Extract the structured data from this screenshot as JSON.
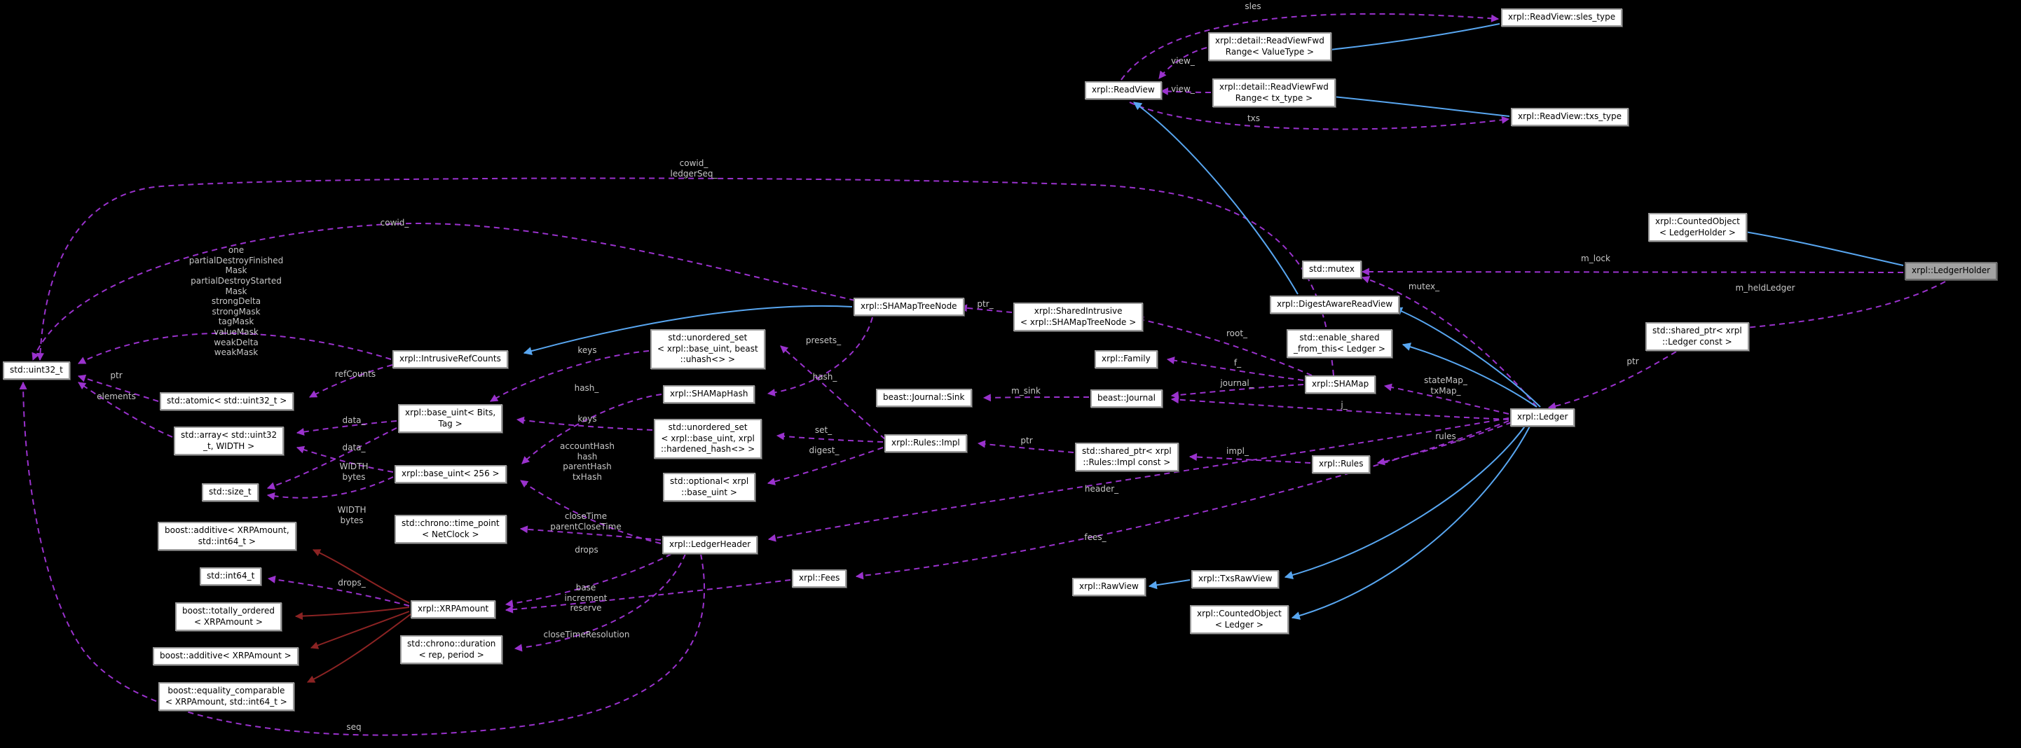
{
  "diagram": {
    "type": "doxygen-collaboration-graph",
    "subject": "xrpl::LedgerHolder",
    "colors": {
      "background": "#000000",
      "usage_edge": "#9a32cd",
      "inheritance_edge": "#58a6f0",
      "private_inheritance_edge": "#8b2323",
      "node_fill": "#ffffff",
      "node_border": "#9c9c9c",
      "subject_node_fill": "#a2a2a2",
      "edge_label_color": "#c6c6c6"
    },
    "nodes": {
      "readview": {
        "label": "xrpl::ReadView"
      },
      "sles_type": {
        "label": "xrpl::ReadView::sles_type"
      },
      "fwd_value": {
        "label": "xrpl::detail::ReadViewFwd\nRange< ValueType >"
      },
      "fwd_tx": {
        "label": "xrpl::detail::ReadViewFwd\nRange< tx_type >"
      },
      "txs_type": {
        "label": "xrpl::ReadView::txs_type"
      },
      "counted_lh": {
        "label": "xrpl::CountedObject\n< LedgerHolder >"
      },
      "ledgerholder": {
        "label": "xrpl::LedgerHolder"
      },
      "mutex": {
        "label": "std::mutex"
      },
      "digest_arv": {
        "label": "xrpl::DigestAwareReadView"
      },
      "enable_shared": {
        "label": "std::enable_shared\n_from_this< Ledger >"
      },
      "shared_ptr_ledger": {
        "label": "std::shared_ptr< xrpl\n::Ledger const >"
      },
      "family": {
        "label": "xrpl::Family"
      },
      "shamap": {
        "label": "xrpl::SHAMap"
      },
      "journal": {
        "label": "beast::Journal"
      },
      "ledger": {
        "label": "xrpl::Ledger"
      },
      "rules": {
        "label": "xrpl::Rules"
      },
      "sp_rules_impl": {
        "label": "std::shared_ptr< xrpl\n::Rules::Impl const >"
      },
      "shamaptreenode": {
        "label": "xrpl::SHAMapTreeNode"
      },
      "sharedintrusive": {
        "label": "xrpl::SharedIntrusive\n< xrpl::SHAMapTreeNode >"
      },
      "journal_sink": {
        "label": "beast::Journal::Sink"
      },
      "rules_impl": {
        "label": "xrpl::Rules::Impl"
      },
      "uset_uhash": {
        "label": "std::unordered_set\n< xrpl::base_uint, beast\n::uhash<> >"
      },
      "shamaphash": {
        "label": "xrpl::SHAMapHash"
      },
      "uset_hard": {
        "label": "std::unordered_set\n< xrpl::base_uint, xrpl\n::hardened_hash<> >"
      },
      "opt_base_uint": {
        "label": "std::optional< xrpl\n::base_uint >"
      },
      "ledgerheader": {
        "label": "xrpl::LedgerHeader"
      },
      "fees_node": {
        "label": "xrpl::Fees"
      },
      "irc": {
        "label": "xrpl::IntrusiveRefCounts"
      },
      "uint32": {
        "label": "std::uint32_t"
      },
      "atomic32": {
        "label": "std::atomic< std::uint32_t >"
      },
      "arr32": {
        "label": "std::array< std::uint32\n_t, WIDTH >"
      },
      "bu_bits": {
        "label": "xrpl::base_uint< Bits,\nTag >"
      },
      "bu256": {
        "label": "xrpl::base_uint< 256 >"
      },
      "size_t": {
        "label": "std::size_t"
      },
      "timepoint": {
        "label": "std::chrono::time_point\n< NetClock >"
      },
      "add_x_i": {
        "label": "boost::additive< XRPAmount,\nstd::int64_t >"
      },
      "int64": {
        "label": "std::int64_t"
      },
      "xrpamount": {
        "label": "xrpl::XRPAmount"
      },
      "tot_ord": {
        "label": "boost::totally_ordered\n< XRPAmount >"
      },
      "add_x": {
        "label": "boost::additive< XRPAmount >"
      },
      "duration": {
        "label": "std::chrono::duration\n< rep, period >"
      },
      "eq_cmp": {
        "label": "boost::equality_comparable\n< XRPAmount, std::int64_t >"
      },
      "rawview": {
        "label": "xrpl::RawView"
      },
      "txsrawview": {
        "label": "xrpl::TxsRawView"
      },
      "counted_ledger": {
        "label": "xrpl::CountedObject\n< Ledger >"
      }
    },
    "edge_labels": {
      "sles": {
        "text": "sles"
      },
      "view_value": {
        "text": "view_"
      },
      "view_tx": {
        "text": "view_"
      },
      "txs": {
        "text": "txs"
      },
      "cowid_ledgerseq": {
        "text": "cowid_\nledgerSeq_"
      },
      "cowid": {
        "text": "cowid_"
      },
      "m_lock": {
        "text": "m_lock"
      },
      "mutex_": {
        "text": "mutex_"
      },
      "m_heldledger": {
        "text": "m_heldLedger"
      },
      "ptr_ledger": {
        "text": "ptr"
      },
      "root_": {
        "text": "root_"
      },
      "f_": {
        "text": "f_"
      },
      "journal_": {
        "text": "journal_"
      },
      "j_": {
        "text": "j_"
      },
      "statemap_txmap": {
        "text": "stateMap_\ntxMap_"
      },
      "rules_": {
        "text": "rules_"
      },
      "impl_": {
        "text": "impl_"
      },
      "ptr_treenode": {
        "text": "ptr_"
      },
      "m_sink": {
        "text": "m_sink"
      },
      "ptr_rules_impl": {
        "text": "ptr"
      },
      "presets_": {
        "text": "presets_"
      },
      "hash_shamaphash": {
        "text": "hash_"
      },
      "set_": {
        "text": "set_"
      },
      "digest_": {
        "text": "digest_"
      },
      "masks": {
        "text": "one\npartialDestroyFinished\nMask\npartialDestroyStarted\nMask\nstrongDelta\nstrongMask\ntagMask\nvalueMask\nweakDelta\nweakMask"
      },
      "refcounts": {
        "text": "refCounts"
      },
      "ptr_uint32": {
        "text": "ptr"
      },
      "elements": {
        "text": "elements"
      },
      "keys_uhash": {
        "text": "keys"
      },
      "hash_baseuint": {
        "text": "hash_"
      },
      "keys_hardened": {
        "text": "keys"
      },
      "header_hashes": {
        "text": "accountHash\nhash\nparentHash\ntxHash"
      },
      "data_1": {
        "text": "data_"
      },
      "data_2": {
        "text": "data_"
      },
      "width_bytes_1": {
        "text": "WIDTH\nbytes"
      },
      "width_bytes_2": {
        "text": "WIDTH\nbytes"
      },
      "closetime": {
        "text": "closeTime\nparentCloseTime"
      },
      "drops": {
        "text": "drops"
      },
      "drops_": {
        "text": "drops_"
      },
      "base_increment_reserve": {
        "text": "base\nincrement\nreserve"
      },
      "closetimeresolution": {
        "text": "closeTimeResolution"
      },
      "seq": {
        "text": "seq"
      },
      "fees_": {
        "text": "fees_"
      },
      "header_": {
        "text": "header_"
      }
    }
  }
}
